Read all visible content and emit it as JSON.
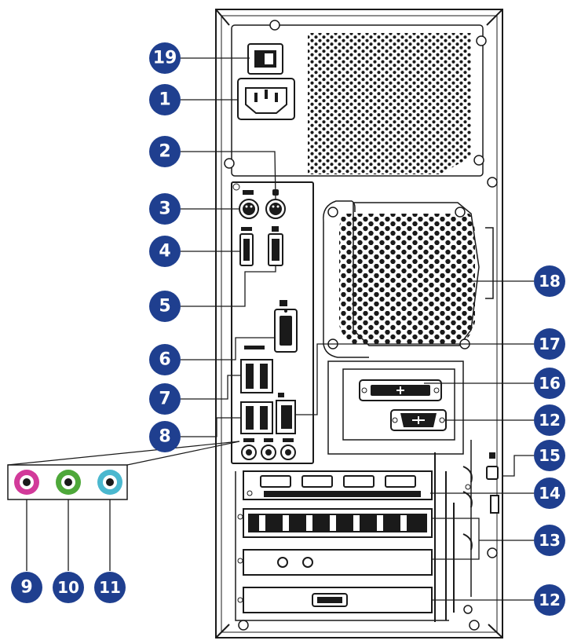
{
  "colors": {
    "outline": "#1a1a1a",
    "callout": "#1f3f8f",
    "mic_port": "#d23a9a",
    "line_out_port": "#4ea83a",
    "line_in_port": "#4bb8cf",
    "panel_fill": "#f7f7f7"
  },
  "callouts": [
    {
      "id": "c19",
      "label": "19"
    },
    {
      "id": "c1",
      "label": "1"
    },
    {
      "id": "c2",
      "label": "2"
    },
    {
      "id": "c3",
      "label": "3"
    },
    {
      "id": "c4",
      "label": "4"
    },
    {
      "id": "c5",
      "label": "5"
    },
    {
      "id": "c6",
      "label": "6"
    },
    {
      "id": "c7",
      "label": "7"
    },
    {
      "id": "c8",
      "label": "8"
    },
    {
      "id": "c9",
      "label": "9"
    },
    {
      "id": "c10",
      "label": "10"
    },
    {
      "id": "c11",
      "label": "11"
    },
    {
      "id": "c18",
      "label": "18"
    },
    {
      "id": "c17",
      "label": "17"
    },
    {
      "id": "c16",
      "label": "16"
    },
    {
      "id": "c12a",
      "label": "12"
    },
    {
      "id": "c15",
      "label": "15"
    },
    {
      "id": "c14",
      "label": "14"
    },
    {
      "id": "c13",
      "label": "13"
    },
    {
      "id": "c12b",
      "label": "12"
    }
  ],
  "icons": {
    "power_switch": "power-switch-icon",
    "power_connector": "ac-power-connector-icon",
    "ps2_mouse": "ps2-mouse-port-icon",
    "ps2_keyboard": "ps2-keyboard-port-icon",
    "hdmi": "hdmi-port-icon",
    "displayport": "displayport-icon",
    "vga": "vga-port-icon",
    "usb3": "usb3-ports-icon",
    "usb2_lan": "usb2-lan-ports-icon",
    "audio": "audio-jacks-icon",
    "dvi": "dvi-port-icon",
    "serial": "serial-port-icon",
    "fan": "fan-grille-icon",
    "lock": "kensington-lock-icon",
    "expansion": "expansion-slot-icon"
  }
}
